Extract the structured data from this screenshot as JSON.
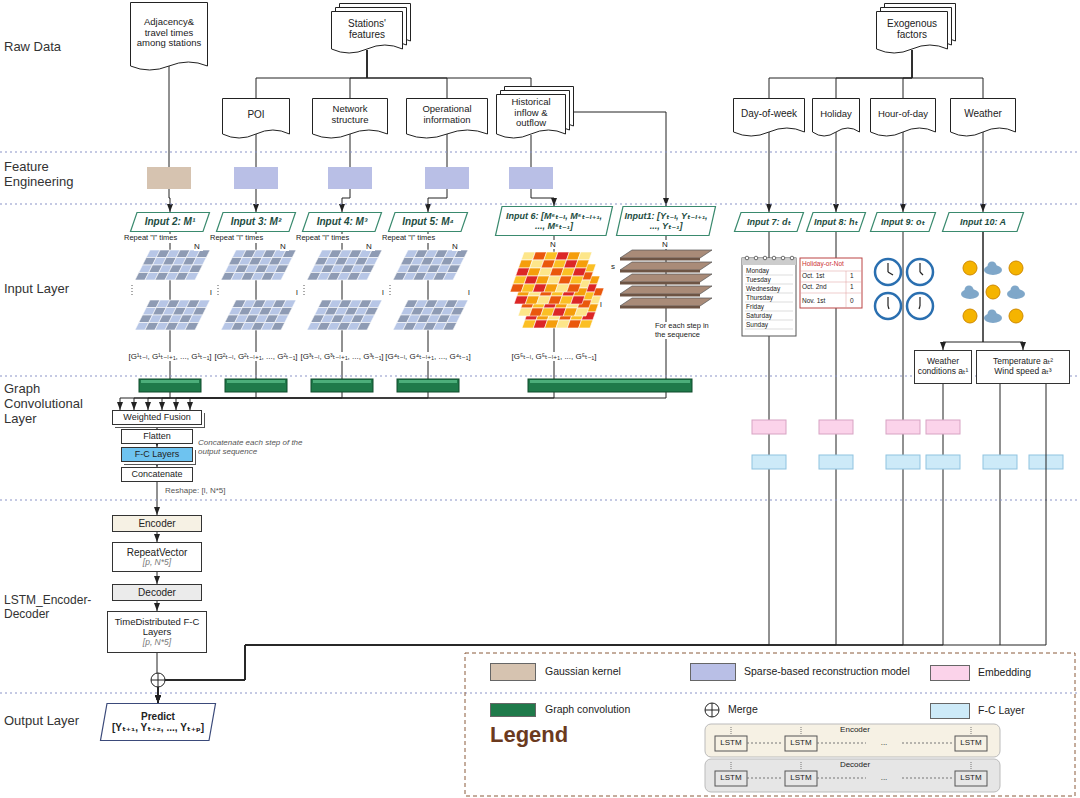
{
  "diagram": {
    "nodes": [
      {
        "text": [
          "Adjacency& travel times among stations"
        ]
      },
      {
        "text": [
          "Stations' features"
        ]
      },
      {
        "text": [
          "POI"
        ]
      },
      {
        "text": [
          "Network structure"
        ]
      },
      {
        "text": [
          "Operational information"
        ]
      },
      {
        "text": [
          "Historical inflow & outflow"
        ]
      },
      {
        "text": [
          "Exogenous factors"
        ]
      },
      {
        "text": [
          "Day-of-week"
        ]
      },
      {
        "text": [
          "Holiday"
        ]
      },
      {
        "text": [
          "Hour-of-day"
        ]
      },
      {
        "text": [
          "Weather"
        ]
      },
      {
        "text": [
          "Input 2: M¹"
        ]
      },
      {
        "text": [
          "Input 3: M²"
        ]
      },
      {
        "text": [
          "Input 4: M³"
        ]
      },
      {
        "text": [
          "Input 5: M⁴"
        ]
      },
      {
        "text": [
          "Input 6: [M⁵ₜ₋ₗ, M⁵ₜ₋ₗ₊₁, ..., M⁵ₜ₋₁]"
        ]
      },
      {
        "text": [
          "Input1: [Yₜ₋ₗ, Yₜ₋ₗ₊₁, ..., Yₜ₋₁]"
        ]
      },
      {
        "text": [
          "Input 7: dₜ"
        ]
      },
      {
        "text": [
          "Input 8: hₜ"
        ]
      },
      {
        "text": [
          "Input 9: oₜ"
        ]
      },
      {
        "text": [
          "Input 10: A"
        ]
      },
      {
        "text": [
          "Weighted Fusion"
        ]
      },
      {
        "text": [
          "Flatten"
        ]
      },
      {
        "text": [
          "F-C Layers"
        ]
      },
      {
        "text": [
          "Concatenate"
        ]
      },
      {
        "text": [
          "Encoder"
        ]
      },
      {
        "text": [
          "RepeatVector",
          "[p, N*5]"
        ]
      },
      {
        "text": [
          "Decoder"
        ]
      },
      {
        "text": [
          "TimeDistributed F-C Layers",
          "[p, N*5]"
        ]
      },
      {
        "text": [
          "Predict",
          "[Yₜ₊₁, Yₜ₊₂, ..., Yₜ₊ₚ]"
        ]
      },
      {
        "text": [
          "Weather conditions aₜ¹"
        ]
      },
      {
        "text": [
          "Temperature aₜ²",
          "Wind speed aₜ³"
        ]
      }
    ],
    "edges": [
      {
        "from": 0,
        "to": 11,
        "arrow": "to"
      },
      {
        "from": 1,
        "to": 2,
        "arrow": "none"
      },
      {
        "from": 1,
        "to": 3,
        "arrow": "none"
      },
      {
        "from": 1,
        "to": 4,
        "arrow": "none"
      },
      {
        "from": 1,
        "to": 5,
        "arrow": "none"
      },
      {
        "from": 5,
        "to": 16,
        "arrow": "to"
      },
      {
        "from": 2,
        "to": 12,
        "arrow": "to"
      },
      {
        "from": 3,
        "to": 13,
        "arrow": "to"
      },
      {
        "from": 4,
        "to": 14,
        "arrow": "to"
      },
      {
        "from": 5,
        "to": 15,
        "arrow": "to"
      },
      {
        "from": 6,
        "to": 7,
        "arrow": "none"
      },
      {
        "from": 6,
        "to": 8,
        "arrow": "none"
      },
      {
        "from": 6,
        "to": 9,
        "arrow": "none"
      },
      {
        "from": 6,
        "to": 10,
        "arrow": "none"
      },
      {
        "from": 7,
        "to": 17,
        "arrow": "to"
      },
      {
        "from": 8,
        "to": 18,
        "arrow": "to"
      },
      {
        "from": 9,
        "to": 19,
        "arrow": "to"
      },
      {
        "from": 10,
        "to": 20,
        "arrow": "to"
      },
      {
        "from": 11,
        "to": 21,
        "arrow": "to"
      },
      {
        "from": 12,
        "to": 21,
        "arrow": "to"
      },
      {
        "from": 13,
        "to": 21,
        "arrow": "to"
      },
      {
        "from": 14,
        "to": 21,
        "arrow": "to"
      },
      {
        "from": 15,
        "to": 21,
        "arrow": "to"
      },
      {
        "from": 16,
        "to": 21,
        "arrow": "to"
      },
      {
        "from": 21,
        "to": 22,
        "arrow": "to"
      },
      {
        "from": 22,
        "to": 23,
        "arrow": "to"
      },
      {
        "from": 23,
        "to": 24,
        "arrow": "to"
      },
      {
        "from": 24,
        "to": 25,
        "arrow": "to"
      },
      {
        "from": 25,
        "to": 26,
        "arrow": "to"
      },
      {
        "from": 26,
        "to": 27,
        "arrow": "to"
      },
      {
        "from": 27,
        "to": 28,
        "arrow": "to"
      },
      {
        "from": 28,
        "to": 29,
        "arrow": "to"
      },
      {
        "from": 17,
        "to": 29,
        "arrow": "to"
      },
      {
        "from": 18,
        "to": 29,
        "arrow": "to"
      },
      {
        "from": 19,
        "to": 29,
        "arrow": "to"
      },
      {
        "from": 20,
        "to": 30,
        "arrow": "to"
      },
      {
        "from": 20,
        "to": 31,
        "arrow": "to"
      },
      {
        "from": 30,
        "to": 29,
        "arrow": "to"
      },
      {
        "from": 31,
        "to": 29,
        "arrow": "to"
      }
    ],
    "labels": [
      "Raw Data",
      "Feature Engineering",
      "Input Layer",
      "Graph Convolutional Layer",
      "LSTM_Encoder-Decoder",
      "Output Layer",
      "Repeat \"l\" times",
      "N",
      "l",
      "Repeat \"l\" times",
      "N",
      "l",
      "Repeat \"l\" times",
      "N",
      "l",
      "Repeat \"l\" times",
      "N",
      "l",
      "N",
      "l",
      "N",
      "s",
      "For each step in the sequence",
      "[G¹ₜ₋ₗ, G¹ₜ₋ₗ₊₁, ..., G¹ₜ₋₁]",
      "[G²ₜ₋ₗ, G²ₜ₋ₗ₊₁, ..., G²ₜ₋₁]",
      "[G³ₜ₋ₗ, G³ₜ₋ₗ₊₁, ..., G³ₜ₋₁]",
      "[G⁴ₜ₋ₗ, G⁴ₜ₋ₗ₊₁, ..., G⁴ₜ₋₁]",
      "[G⁵ₜ₋ₗ, G⁵ₜ₋ₗ₊₁, ..., G⁵ₜ₋₁]",
      "Concatenate each step of the output sequence",
      "Reshape: [l, N*5]",
      "Monday",
      "Tuesday",
      "Wednesday",
      "Thursday",
      "Friday",
      "Saturday",
      "Sunday",
      "Holiday-or-Not",
      "Oct. 1st",
      "1",
      "Oct. 2nd",
      "1",
      "Nov. 1st",
      "0",
      "Legend",
      "LSTM",
      "LSTM",
      "...",
      "LSTM",
      "LSTM",
      "LSTM",
      "...",
      "LSTM"
    ],
    "legend": [
      {
        "text": "Gaussian kernel",
        "color": "#d6c3b0"
      },
      {
        "text": "Sparse-based reconstruction model",
        "color": "#b9bfe6"
      },
      {
        "text": "Embedding",
        "color": "#fbd3ea"
      },
      {
        "text": "Graph convolution",
        "color": "#1f7a4a"
      },
      {
        "text": "Merge"
      },
      {
        "text": "F-C Layer",
        "color": "#cdeaf8"
      },
      {
        "text": "Encoder"
      },
      {
        "text": "Decoder"
      }
    ]
  }
}
